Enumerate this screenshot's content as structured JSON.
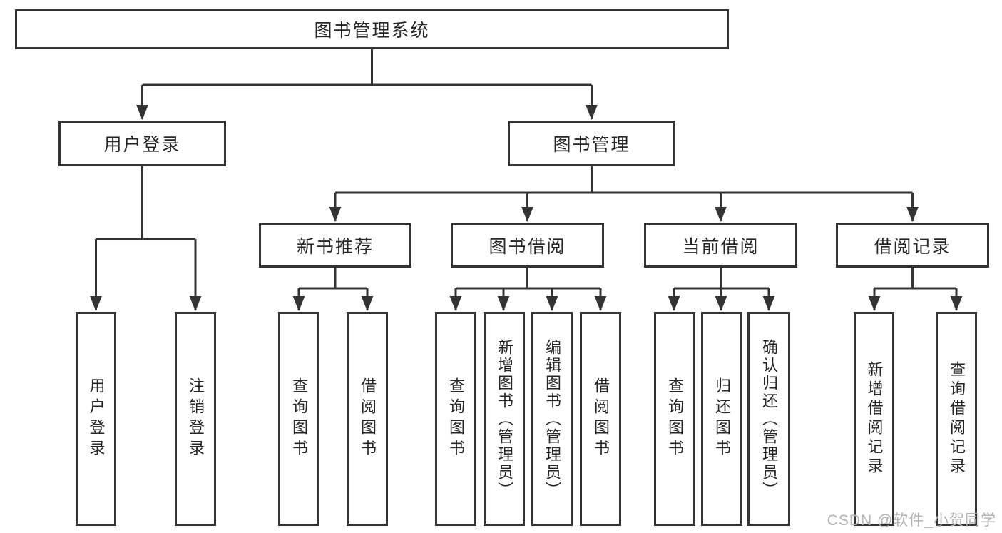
{
  "diagram": {
    "title_node": "图书管理系统",
    "tree": {
      "root": {
        "label": "图书管理系统"
      },
      "level2": [
        {
          "label": "用户登录",
          "leaves": [
            "用户登录",
            "注销登录"
          ]
        },
        {
          "label": "图书管理",
          "children": [
            {
              "label": "新书推荐",
              "leaves": [
                "查询图书",
                "借阅图书"
              ]
            },
            {
              "label": "图书借阅",
              "leaves": [
                "查询图书",
                "新增图书（管理员）",
                "编辑图书（管理员）",
                "借阅图书"
              ]
            },
            {
              "label": "当前借阅",
              "leaves": [
                "查询图书",
                "归还图书",
                "确认归还（管理员）"
              ]
            },
            {
              "label": "借阅记录",
              "leaves": [
                "新增借阅记录",
                "查询借阅记录"
              ]
            }
          ]
        }
      ]
    }
  },
  "watermark": {
    "text": "CSDN @软件_小贺同学"
  },
  "colors": {
    "line": "#333333",
    "box_border": "#333333",
    "text": "#262626",
    "watermark": "#b3b3b3",
    "background": "#ffffff"
  }
}
